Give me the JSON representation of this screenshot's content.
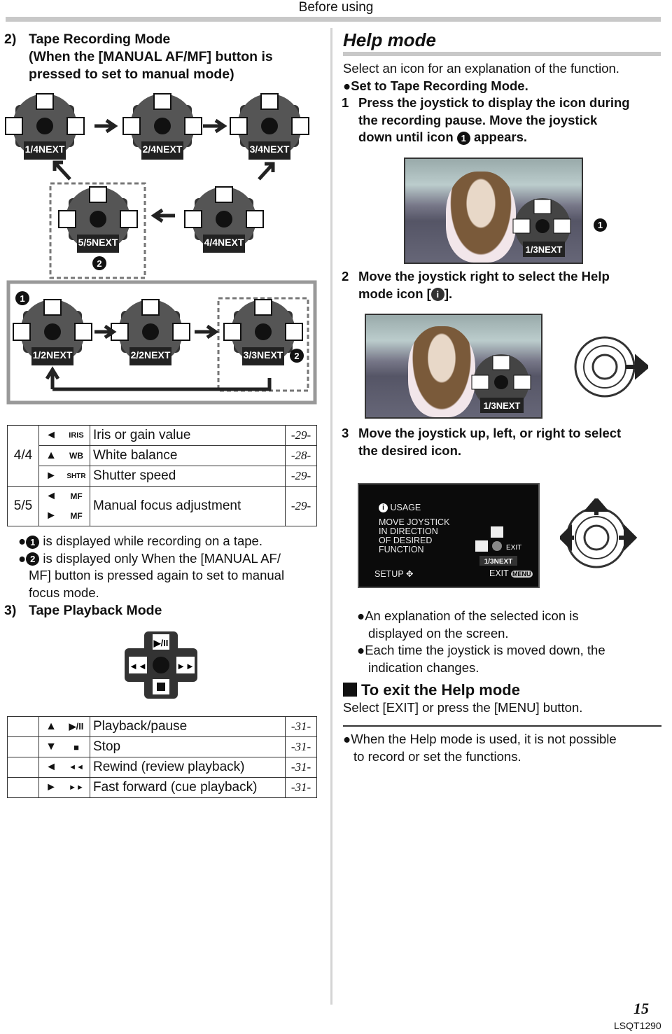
{
  "header": {
    "title": "Before using"
  },
  "left": {
    "section2": {
      "num": "2)",
      "line1": "Tape Recording Mode",
      "line2": "(When the [MANUAL AF/MF] button is",
      "line3": "pressed to set to manual mode)"
    },
    "pads_top": [
      "1/4NEXT",
      "2/4NEXT",
      "3/4NEXT"
    ],
    "pads_mid": [
      "5/5NEXT",
      "4/4NEXT"
    ],
    "pads_bottom": [
      "1/2NEXT",
      "2/2NEXT",
      "3/3NEXT"
    ],
    "pad_icons": {
      "iris": "IRIS",
      "shtr": "SHTR",
      "wb": "WB",
      "mf": "MF"
    },
    "marker1": "1",
    "marker2": "2",
    "table1": {
      "rows": [
        {
          "group": "4/4",
          "dir": "◄",
          "icon": "IRIS",
          "label": "Iris or gain value",
          "page": "-29-"
        },
        {
          "group": "",
          "dir": "▲",
          "icon": "WB",
          "label": "White balance",
          "page": "-28-"
        },
        {
          "group": "",
          "dir": "►",
          "icon": "SHTR",
          "label": "Shutter speed",
          "page": "-29-"
        },
        {
          "group": "5/5",
          "dir": "◄",
          "icon": "MF",
          "label": "Manual focus adjustment",
          "page": "-29-"
        },
        {
          "group": "",
          "dir": "►",
          "icon": "MF",
          "label": "",
          "page": ""
        }
      ]
    },
    "notes": {
      "n1": "is displayed while recording on a tape.",
      "n2a": "is displayed only When the [MANUAL AF/",
      "n2b": "MF] button is pressed again to set to manual",
      "n2c": "focus mode."
    },
    "section3": {
      "num": "3)",
      "title": "Tape Playback Mode"
    },
    "table2": {
      "rows": [
        {
          "dir": "▲",
          "icon": "▶/II",
          "label": "Playback/pause",
          "page": "-31-"
        },
        {
          "dir": "▼",
          "icon": "■",
          "label": "Stop",
          "page": "-31-"
        },
        {
          "dir": "◄",
          "icon": "◄◄",
          "label": "Rewind (review playback)",
          "page": "-31-"
        },
        {
          "dir": "►",
          "icon": "►►",
          "label": "Fast forward (cue playback)",
          "page": "-31-"
        }
      ]
    }
  },
  "right": {
    "title": "Help mode",
    "intro": "Select an icon for an explanation of the function.",
    "set_mode": "Set to Tape Recording Mode.",
    "step1": {
      "n": "1",
      "l1": "Press the joystick to display the icon during",
      "l2": "the recording pause. Move the joystick",
      "l3a": "down until icon",
      "l3b": "appears."
    },
    "photo1_label": "1/3NEXT",
    "step2": {
      "n": "2",
      "l1": "Move the joystick right to select the Help",
      "l2": "mode icon [",
      "l2b": "]."
    },
    "photo2_label": "1/3NEXT",
    "step3": {
      "n": "3",
      "l1": "Move the joystick up, left, or right to select",
      "l2": "the desired icon."
    },
    "lcd": {
      "usage": "USAGE",
      "l1": "MOVE JOYSTICK",
      "l2": "IN DIRECTION",
      "l3": "OF DESIRED",
      "l4": "FUNCTION",
      "exit_icon": "EXIT",
      "next": "1/3NEXT",
      "setup": "SETUP",
      "exit": "EXIT",
      "menu": "MENU"
    },
    "bullets": {
      "b1a": "An explanation of the selected icon is",
      "b1b": "displayed on the screen.",
      "b2a": "Each time the joystick is moved down, the",
      "b2b": "indication changes."
    },
    "exit_title": "To exit the Help mode",
    "exit_text": "Select [EXIT] or press the [MENU] button.",
    "note_a": "When the Help mode is used, it is not possible",
    "note_b": "to record or set the functions."
  },
  "footer": {
    "page": "15",
    "code": "LSQT1290"
  }
}
